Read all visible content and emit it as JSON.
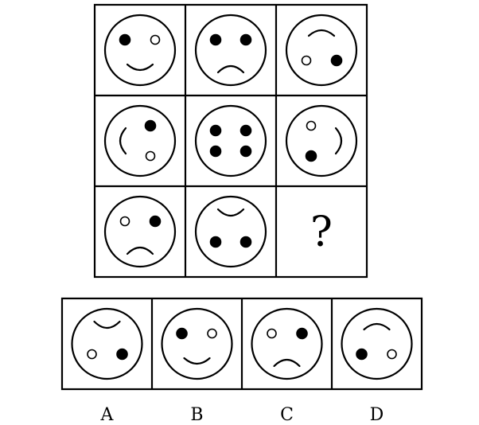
{
  "grid": {
    "cells": [
      {
        "eyes": [
          "filled",
          "hollow"
        ],
        "mouth": "smile"
      },
      {
        "eyes": [
          "filled",
          "filled"
        ],
        "mouth": "frown"
      },
      {
        "eyes": [
          "filled",
          "hollow"
        ],
        "mouth": "smile",
        "rotation": 180
      },
      {
        "eyes": [
          "filled",
          "hollow"
        ],
        "mouth": "smile",
        "rotation": 90
      },
      {
        "eyes": [
          "filled",
          "filled",
          "filled",
          "filled"
        ],
        "mouth": "none"
      },
      {
        "eyes": [
          "filled",
          "hollow"
        ],
        "mouth": "smile",
        "rotation": 270
      },
      {
        "eyes": [
          "hollow",
          "filled"
        ],
        "mouth": "frown"
      },
      {
        "eyes": [
          "filled",
          "filled"
        ],
        "mouth": "frown",
        "rotation": 180
      },
      {
        "unknown": true,
        "text": "?"
      }
    ]
  },
  "options": [
    {
      "label": "A",
      "eyes": [
        "filled",
        "hollow"
      ],
      "mouth": "frown",
      "rotation": 180
    },
    {
      "label": "B",
      "eyes": [
        "filled",
        "hollow"
      ],
      "mouth": "smile"
    },
    {
      "label": "C",
      "eyes": [
        "hollow",
        "filled"
      ],
      "mouth": "frown"
    },
    {
      "label": "D",
      "eyes": [
        "hollow",
        "filled"
      ],
      "mouth": "smile",
      "rotation": 180
    }
  ],
  "colors": {
    "stroke": "#000000",
    "filled": "#000000",
    "hollow": "#ffffff",
    "background": "#ffffff"
  }
}
